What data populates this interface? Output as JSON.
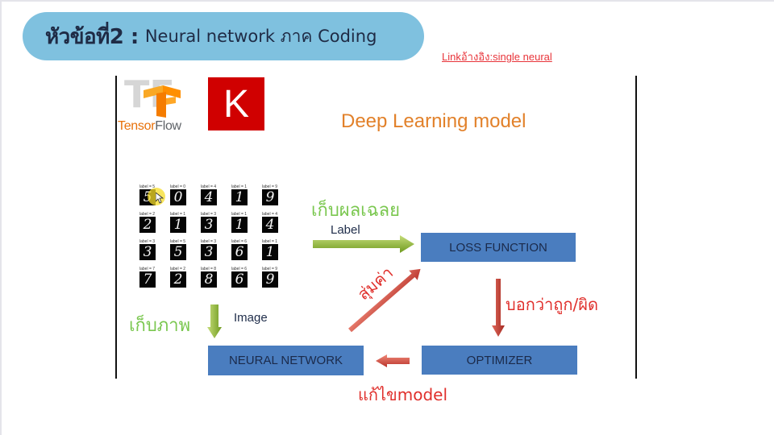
{
  "header": {
    "title_bold": "หัวข้อที่2 :",
    "title_rest": "Neural network ภาค Coding",
    "reference_link": "Linkอ้างอิง:single neural"
  },
  "slide": {
    "logos": {
      "tensorflow_prefix": "Tensor",
      "tensorflow_suffix": "Flow",
      "tensorflow_ghost": "TF",
      "keras": "K"
    },
    "title": "Deep Learning model",
    "mnist_samples": [
      {
        "label": "label = 5",
        "digit": "5"
      },
      {
        "label": "label = 0",
        "digit": "0"
      },
      {
        "label": "label = 4",
        "digit": "4"
      },
      {
        "label": "label = 1",
        "digit": "1"
      },
      {
        "label": "label = 9",
        "digit": "9"
      },
      {
        "label": "label = 2",
        "digit": "2"
      },
      {
        "label": "label = 1",
        "digit": "1"
      },
      {
        "label": "label = 3",
        "digit": "3"
      },
      {
        "label": "label = 1",
        "digit": "1"
      },
      {
        "label": "label = 4",
        "digit": "4"
      },
      {
        "label": "label = 3",
        "digit": "3"
      },
      {
        "label": "label = 5",
        "digit": "5"
      },
      {
        "label": "label = 3",
        "digit": "3"
      },
      {
        "label": "label = 6",
        "digit": "6"
      },
      {
        "label": "label = 1",
        "digit": "1"
      },
      {
        "label": "label = 7",
        "digit": "7"
      },
      {
        "label": "label = 2",
        "digit": "2"
      },
      {
        "label": "label = 8",
        "digit": "8"
      },
      {
        "label": "label = 6",
        "digit": "6"
      },
      {
        "label": "label = 9",
        "digit": "9"
      }
    ],
    "annotations": {
      "collect_answers": "เก็บผลเฉลย",
      "label": "Label",
      "collect_images": "เก็บภาพ",
      "image": "Image",
      "random_values": "สุ่มค่า",
      "tell_right_wrong": "บอกว่าถูก/ผิด",
      "fix_model": "แก้ไขmodel"
    },
    "boxes": {
      "loss_function": "LOSS FUNCTION",
      "neural_network": "NEURAL NETWORK",
      "optimizer": "OPTIMIZER"
    },
    "colors": {
      "pill": "#7fc1df",
      "box": "#4a7dbf",
      "green_text": "#7ac74f",
      "red_text": "#e0302c",
      "orange_title": "#e2812a",
      "link": "#e8343a",
      "keras_red": "#d00000"
    }
  }
}
